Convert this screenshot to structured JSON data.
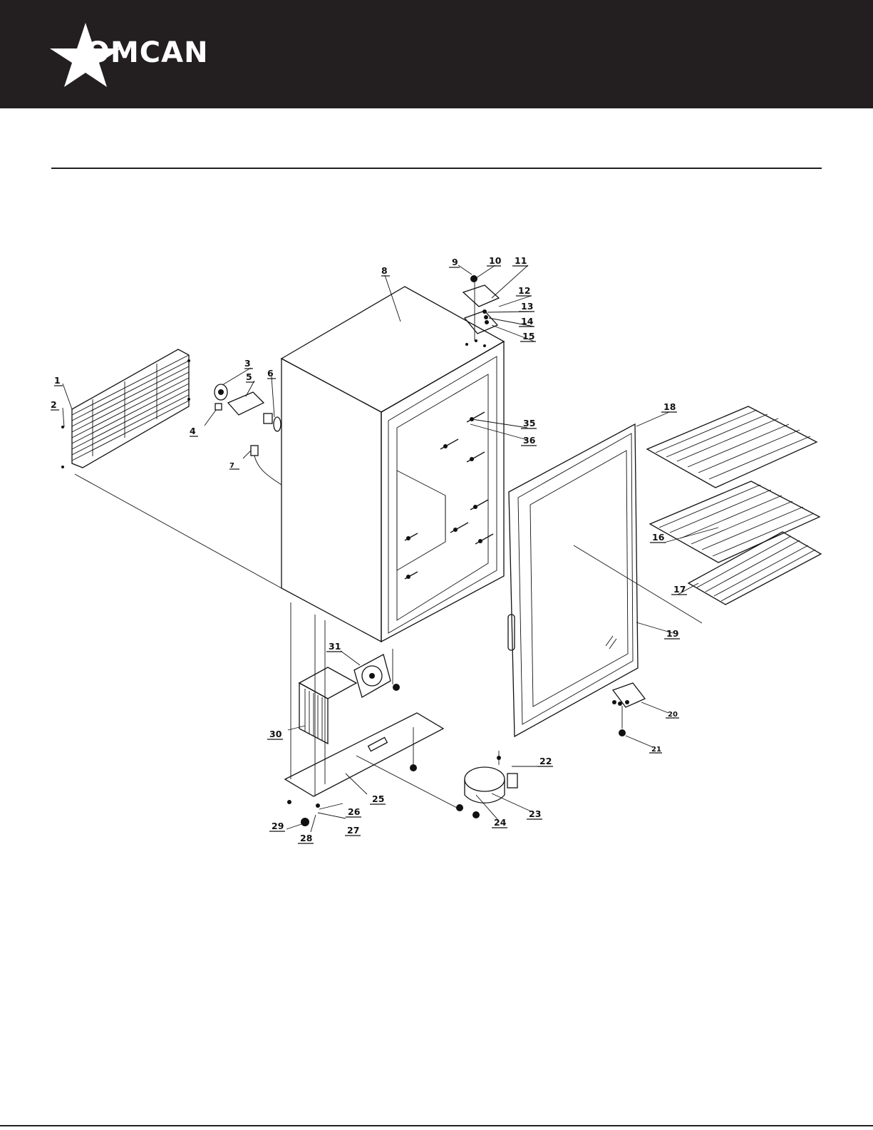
{
  "brand": {
    "logo_text": "OMCAN",
    "header_bg": "#231f20",
    "text_color": "#ffffff"
  },
  "diagram": {
    "callouts": [
      "1",
      "2",
      "3",
      "4",
      "5",
      "6",
      "7",
      "8",
      "9",
      "10",
      "11",
      "12",
      "13",
      "14",
      "15",
      "16",
      "17",
      "18",
      "19",
      "20",
      "21",
      "22",
      "23",
      "24",
      "25",
      "26",
      "27",
      "28",
      "29",
      "30",
      "31",
      "35",
      "36"
    ]
  }
}
